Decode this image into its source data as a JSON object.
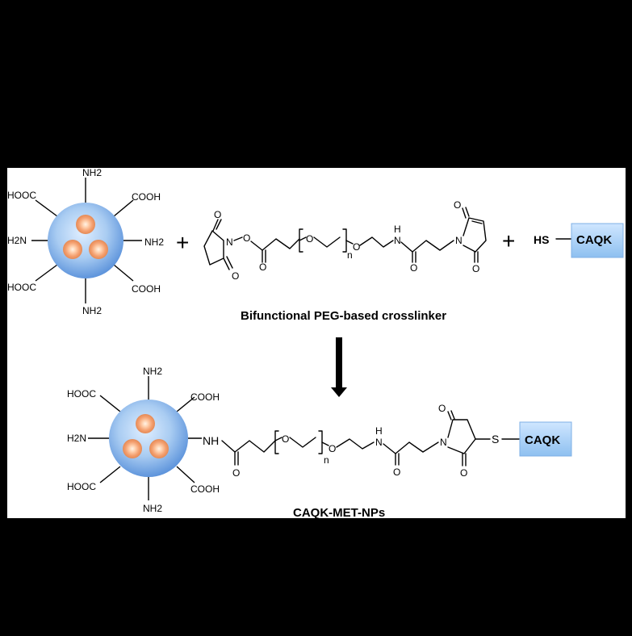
{
  "diagram": {
    "reactants": {
      "np_labels": {
        "top": "NH2",
        "upper_left": "HOOC",
        "upper_right": "COOH",
        "left": "H2N",
        "right": "NH2",
        "lower_left": "HOOC",
        "lower_right": "COOH",
        "bottom": "NH2"
      },
      "plus": "+",
      "crosslinker_caption": "Bifunctional PEG-based crosslinker",
      "thiol_label": "HS",
      "peptide_label": "CAQK"
    },
    "product": {
      "np_labels": {
        "top": "NH2",
        "upper_left": "HOOC",
        "upper_right": "COOH",
        "left": "H2N",
        "lower_left": "HOOC",
        "lower_right": "COOH",
        "bottom": "NH2"
      },
      "amide_nh": "NH",
      "sulfur": "S",
      "peptide_label": "CAQK",
      "caption": "CAQK-MET-NPs"
    },
    "atoms": {
      "oxygen": "O",
      "nitrogen": "N",
      "hydrogen": "H",
      "repeat": "n"
    },
    "colors": {
      "background": "#000000",
      "panel": "#ffffff",
      "np_core": "#a9ccf2",
      "np_edge": "#5f95dc",
      "drug_particle": "#f4a070",
      "peptide_box": "#8ec0f0"
    }
  }
}
